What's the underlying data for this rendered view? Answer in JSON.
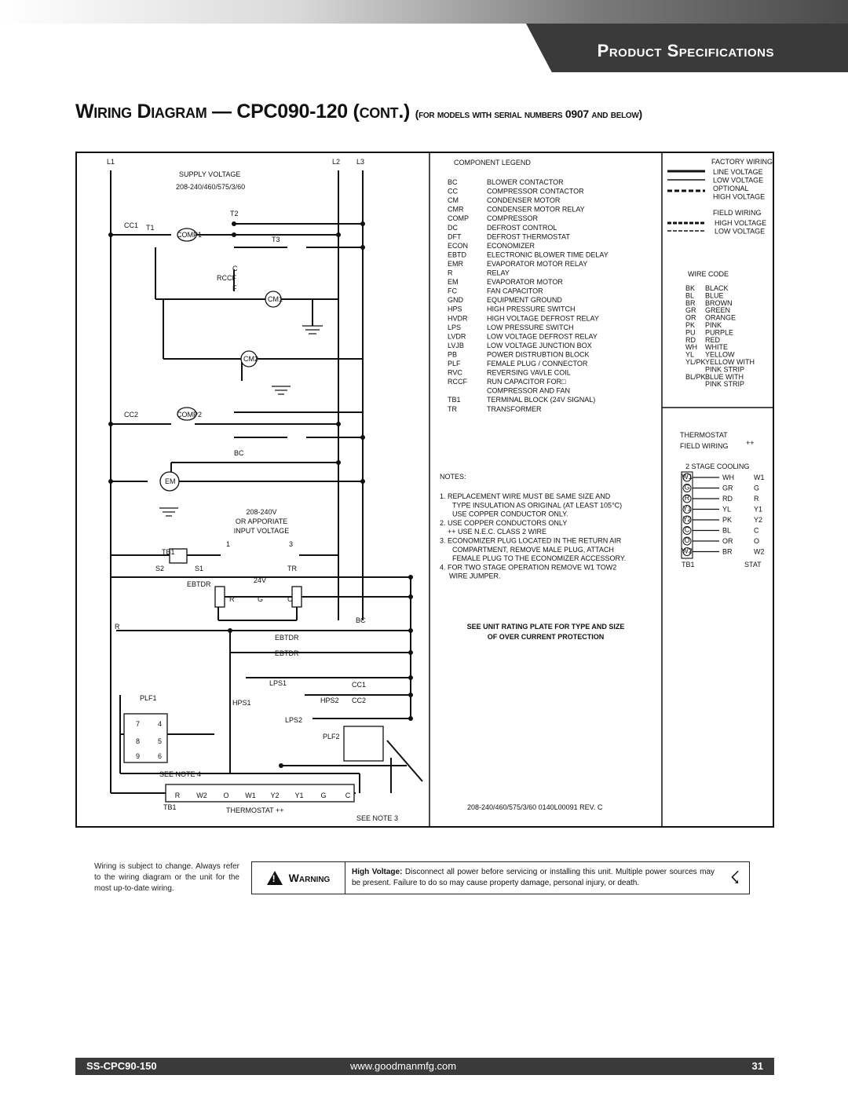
{
  "header": {
    "section": "Product Specifications"
  },
  "title": {
    "main": "Wiring Diagram — CPC090-120 (cont.)",
    "sub": "(for models with serial numbers 0907 and below)"
  },
  "diagram": {
    "schematic": {
      "lines": [
        "L1",
        "L2",
        "L3"
      ],
      "supply_voltage": "SUPPLY VOLTAGE",
      "supply_spec": "208-240/460/575/3/60",
      "labels": [
        "CC1",
        "T1",
        "T2",
        "T3",
        "COMP1",
        "CC2",
        "COMP2",
        "BC",
        "EM",
        "CM1",
        "CM2",
        "C",
        "F",
        "RCCF"
      ],
      "input_voltage": [
        "208-240V",
        "OR APPORIATE",
        "INPUT VOLTAGE"
      ],
      "transformer": [
        "TB1",
        "S2",
        "S1",
        "TR",
        "24V",
        "1",
        "3"
      ],
      "ebtdr": [
        "EBTDR",
        "R",
        "G",
        "C",
        "BC",
        "EBTDR",
        "EBTDR"
      ],
      "safety": [
        "LPS1",
        "CC1",
        "HPS1",
        "HPS2",
        "CC2",
        "LPS2",
        "PLF1",
        "PLF2"
      ],
      "plug_numbers": [
        "7",
        "4",
        "8",
        "5",
        "9",
        "6"
      ],
      "terminals": [
        "R",
        "W2",
        "O",
        "W1",
        "Y2",
        "Y1",
        "G",
        "C"
      ],
      "tb1": "TB1",
      "thermostat": "THERMOSTAT ++",
      "see_note_4": "SEE NOTE 4",
      "see_note_3": "SEE NOTE 3",
      "r_label": "R"
    },
    "legend": {
      "title": "COMPONENT LEGEND",
      "items": [
        [
          "BC",
          "BLOWER CONTACTOR"
        ],
        [
          "CC",
          "COMPRESSOR CONTACTOR"
        ],
        [
          "CM",
          "CONDENSER MOTOR"
        ],
        [
          "CMR",
          "CONDENSER MOTOR RELAY"
        ],
        [
          "COMP",
          "COMPRESSOR"
        ],
        [
          "DC",
          "DEFROST CONTROL"
        ],
        [
          "DFT",
          "DEFROST THERMOSTAT"
        ],
        [
          "ECON",
          "ECONOMIZER"
        ],
        [
          "EBTD",
          "ELECTRONIC BLOWER TIME DELAY"
        ],
        [
          "EMR",
          "EVAPORATOR MOTOR RELAY"
        ],
        [
          "R",
          "RELAY"
        ],
        [
          "EM",
          "EVAPORATOR MOTOR"
        ],
        [
          "FC",
          "FAN CAPACITOR"
        ],
        [
          "GND",
          "EQUIPMENT GROUND"
        ],
        [
          "HPS",
          "HIGH PRESSURE SWITCH"
        ],
        [
          "HVDR",
          "HIGH VOLTAGE DEFROST RELAY"
        ],
        [
          "LPS",
          "LOW PRESSURE SWITCH"
        ],
        [
          "LVDR",
          "LOW VOLTAGE DEFROST RELAY"
        ],
        [
          "LVJB",
          "LOW VOLTAGE JUNCTION BOX"
        ],
        [
          "PB",
          "POWER DISTRUBTION BLOCK"
        ],
        [
          "PLF",
          "FEMALE PLUG / CONNECTOR"
        ],
        [
          "RVC",
          "REVERSING VAVLE COIL"
        ],
        [
          "RCCF",
          "RUN CAPACITOR FOR□"
        ],
        [
          "",
          "COMPRESSOR AND FAN"
        ],
        [
          "TB1",
          "TERMINAL BLOCK (24V SIGNAL)"
        ],
        [
          "TR",
          "TRANSFORMER"
        ]
      ]
    },
    "notes": {
      "title": "NOTES:",
      "lines": [
        "1.   REPLACEMENT WIRE MUST BE SAME SIZE AND",
        "TYPE INSULATION AS ORIGINAL (AT LEAST 105°C)",
        "USE COPPER CONDUCTOR ONLY.",
        "2.  USE COPPER CONDUCTORS ONLY",
        "++  USE N.E.C. CLASS 2 WIRE",
        "3.  ECONOMIZER PLUG LOCATED IN THE RETURN AIR",
        "COMPARTMENT, REMOVE  MALE PLUG, ATTACH",
        "FEMALE PLUG TO THE ECONOMIZER ACCESSORY.",
        "4.  FOR TWO STAGE OPERATION REMOVE W1 TOW2",
        "WIRE JUMPER."
      ],
      "rating": [
        "SEE UNIT RATING PLATE FOR TYPE AND SIZE",
        "OF OVER CURRENT PROTECTION"
      ],
      "code": "208-240/460/575/3/60   0140L00091   REV. C"
    },
    "wiring_key": {
      "factory_title": "FACTORY WIRING",
      "factory": [
        "LINE VOLTAGE",
        "LOW VOLTAGE",
        "OPTIONAL",
        "HIGH VOLTAGE"
      ],
      "field_title": "FIELD WIRING",
      "field": [
        "HIGH VOLTAGE",
        "LOW VOLTAGE"
      ]
    },
    "wire_code": {
      "title": "WIRE CODE",
      "items": [
        [
          "BK",
          "BLACK"
        ],
        [
          "BL",
          "BLUE"
        ],
        [
          "BR",
          "BROWN"
        ],
        [
          "GR",
          "GREEN"
        ],
        [
          "OR",
          "ORANGE"
        ],
        [
          "PK",
          "PINK"
        ],
        [
          "PU",
          "PURPLE"
        ],
        [
          "RD",
          "RED"
        ],
        [
          "WH",
          "WHITE"
        ],
        [
          "YL",
          "YELLOW"
        ],
        [
          "YL/PK",
          "YELLOW WITH"
        ],
        [
          "",
          "PINK STRIP"
        ],
        [
          "BL/PK",
          "BLUE WITH"
        ],
        [
          "",
          "PINK STRIP"
        ]
      ]
    },
    "thermostat_field": {
      "title": "THERMOSTAT",
      "subtitle": "FIELD WIRING",
      "mark": "++",
      "stage": "2 STAGE COOLING",
      "rows": [
        [
          "W1",
          "WH",
          "W1"
        ],
        [
          "G",
          "GR",
          "G"
        ],
        [
          "R",
          "RD",
          "R"
        ],
        [
          "Y1",
          "YL",
          "Y1"
        ],
        [
          "Y2",
          "PK",
          "Y2"
        ],
        [
          "C",
          "BL",
          "C"
        ],
        [
          "O",
          "OR",
          "O"
        ],
        [
          "W2",
          "BR",
          "W2"
        ]
      ],
      "tb1": "TB1",
      "stat": "STAT"
    }
  },
  "side_note": "Wiring is subject to change. Always refer to the wiring diagram or the unit for the most up-to-date wiring.",
  "warning": {
    "label": "Warning",
    "lead": "High Voltage:",
    "text": "Disconnect all power before servicing or installing this unit. Multiple power sources may be present. Failure to do so may cause property damage, personal injury, or death."
  },
  "footer": {
    "model": "SS-CPC90-150",
    "url": "www.goodmanmfg.com",
    "page": "31"
  }
}
